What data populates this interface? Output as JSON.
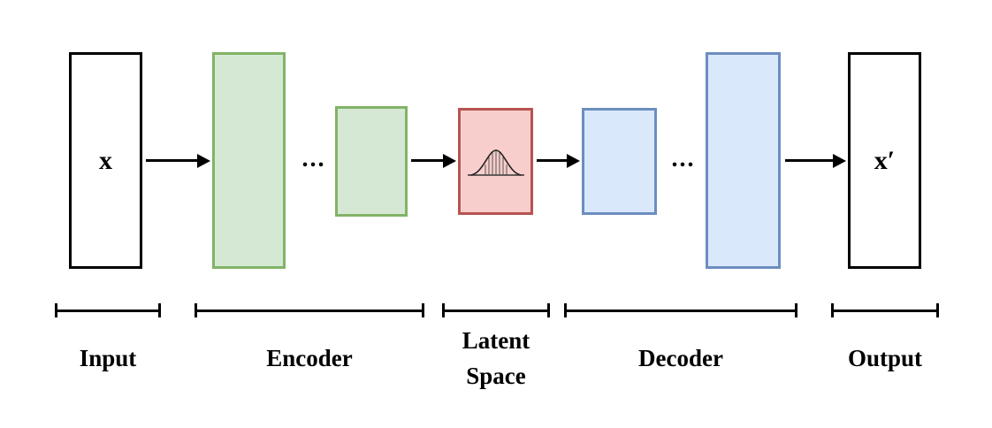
{
  "diagram": {
    "input": {
      "label": "x",
      "section": "Input"
    },
    "encoder": {
      "ellipsis": "...",
      "section": "Encoder"
    },
    "latent": {
      "section": "Latent Space"
    },
    "decoder": {
      "ellipsis": "...",
      "section": "Decoder"
    },
    "output": {
      "label": "x′",
      "section": "Output"
    }
  },
  "colors": {
    "background": "#ffffff",
    "box-border": "#000000",
    "encoder-fill": "#d5e8d4",
    "encoder-border": "#82b366",
    "latent-fill": "#f8cecc",
    "latent-border": "#b85450",
    "decoder-fill": "#dae8fc",
    "decoder-border": "#6c8ebf"
  }
}
